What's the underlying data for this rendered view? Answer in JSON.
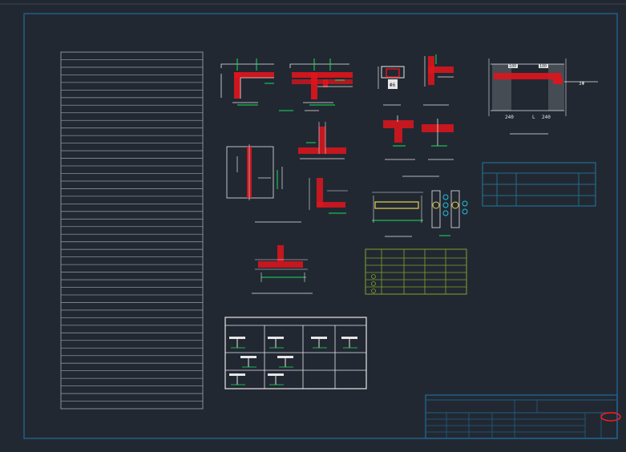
{
  "colors": {
    "background": "#222832",
    "sheet_border": "#1e5f86",
    "title_block": "#1e5f86",
    "annotation_green": "#17e05a",
    "section_red": "#e0141c",
    "dimension_white": "#e6e6e6",
    "table_green": "#7ea52a",
    "table_blue": "#1f6e8f",
    "revision_mark": "#ff1a1a"
  },
  "icons": {
    "revision_cloud": "ellipse-mark",
    "section_details": "rebar-section-details"
  },
  "notes_list": {
    "row_count": 46
  },
  "dim_labels": {
    "beam_top_left": "100",
    "beam_top_right": "100",
    "beam_bottom_left": "240",
    "beam_bottom_right": "240",
    "beam_mid": "L",
    "beam_tag": "3Φ",
    "col_tag": "Φ6"
  }
}
